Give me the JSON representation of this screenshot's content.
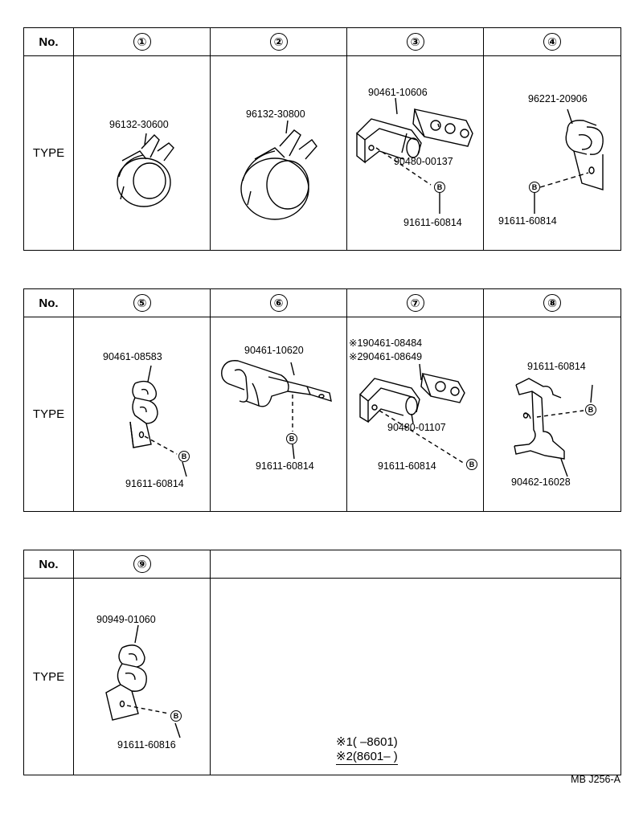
{
  "header": {
    "no_label": "No.",
    "type_label": "TYPE"
  },
  "tables": [
    {
      "columns": [
        "①",
        "②",
        "③",
        "④"
      ],
      "parts": [
        {
          "labels": [
            "96132-30600"
          ]
        },
        {
          "labels": [
            "96132-30800"
          ]
        },
        {
          "labels": [
            "90461-10606",
            "90480-00137",
            "91611-60814"
          ],
          "bolt": "B"
        },
        {
          "labels": [
            "96221-20906",
            "91611-60814"
          ],
          "bolt": "B"
        }
      ]
    },
    {
      "columns": [
        "⑤",
        "⑥",
        "⑦",
        "⑧"
      ],
      "parts": [
        {
          "labels": [
            "90461-08583",
            "91611-60814"
          ],
          "bolt": "B"
        },
        {
          "labels": [
            "90461-10620",
            "91611-60814"
          ],
          "bolt": "B"
        },
        {
          "labels": [
            "※190461-08484",
            "※290461-08649",
            "90480-01107",
            "91611-60814"
          ],
          "bolt": "B"
        },
        {
          "labels": [
            "91611-60814",
            "90462-16028"
          ],
          "bolt": "B"
        }
      ]
    },
    {
      "columns": [
        "⑨"
      ],
      "parts": [
        {
          "labels": [
            "90949-01060",
            "91611-60816"
          ],
          "bolt": "B"
        }
      ]
    }
  ],
  "notes": [
    "※1(      –8601)",
    "※2(8601–      )"
  ],
  "reference": "MB  J256-A"
}
